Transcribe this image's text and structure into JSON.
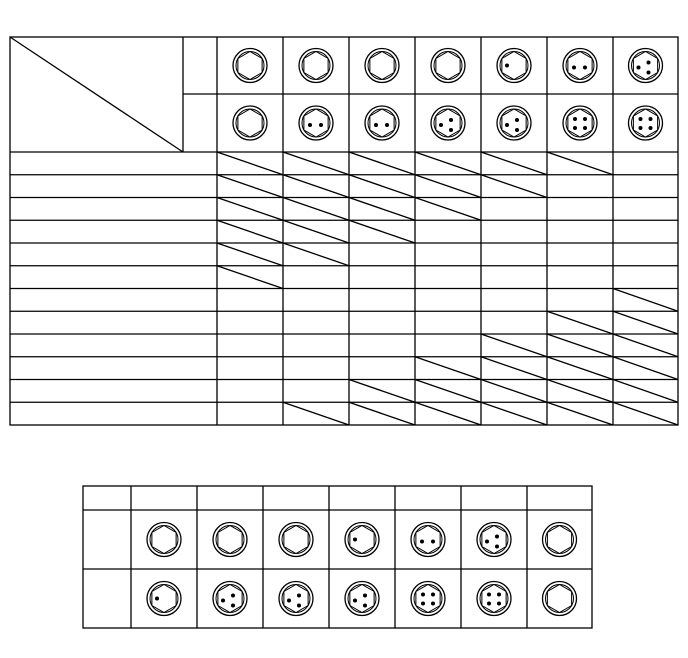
{
  "colors": {
    "line": "#000000",
    "background": "#ffffff"
  },
  "icon_names": [
    "hex-bolt-icon",
    "marking-dot"
  ],
  "main_table": {
    "columns": 7,
    "bolt_rows": [
      {
        "dots": [
          0,
          0,
          0,
          0,
          1,
          2,
          3
        ]
      },
      {
        "dots": [
          0,
          2,
          2,
          3,
          3,
          4,
          4
        ]
      }
    ],
    "grade_rows": 12,
    "diagonal_matrix": [
      [
        1,
        1,
        1,
        1,
        1,
        1,
        0
      ],
      [
        1,
        1,
        1,
        1,
        1,
        0,
        0
      ],
      [
        1,
        1,
        1,
        1,
        0,
        0,
        0
      ],
      [
        1,
        1,
        1,
        0,
        0,
        0,
        0
      ],
      [
        1,
        1,
        0,
        0,
        0,
        0,
        0
      ],
      [
        1,
        0,
        0,
        0,
        0,
        0,
        0
      ],
      [
        0,
        0,
        0,
        0,
        0,
        0,
        1
      ],
      [
        0,
        0,
        0,
        0,
        0,
        1,
        1
      ],
      [
        0,
        0,
        0,
        0,
        1,
        1,
        1
      ],
      [
        0,
        0,
        0,
        1,
        1,
        1,
        1
      ],
      [
        0,
        0,
        1,
        1,
        1,
        1,
        1
      ],
      [
        0,
        1,
        1,
        1,
        1,
        1,
        1
      ]
    ]
  },
  "key_table": {
    "columns": 7,
    "bolt_rows": [
      {
        "dots": [
          0,
          0,
          0,
          1,
          2,
          3,
          0
        ]
      },
      {
        "dots": [
          1,
          3,
          3,
          3,
          4,
          4,
          0
        ]
      }
    ]
  }
}
